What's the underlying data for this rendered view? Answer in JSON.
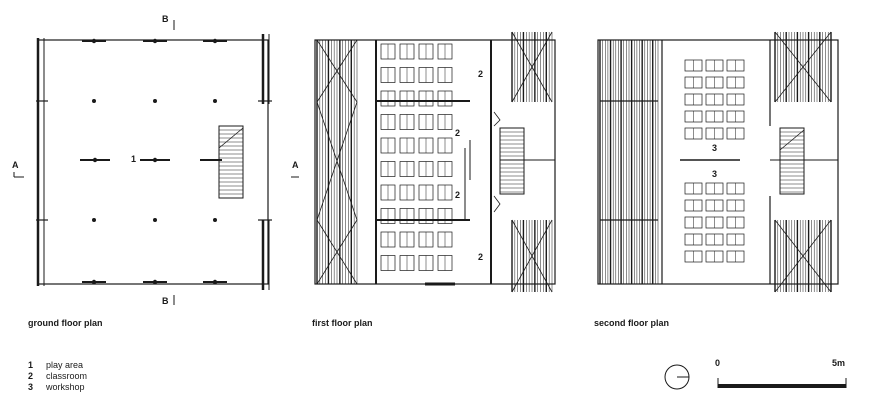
{
  "plans": [
    {
      "caption": "ground floor plan"
    },
    {
      "caption": "first floor plan"
    },
    {
      "caption": "second floor plan"
    }
  ],
  "markers": {
    "section_a": "A",
    "section_b": "B"
  },
  "room_numbers": {
    "ground": [
      "1"
    ],
    "first": [
      "2",
      "2",
      "2",
      "2"
    ],
    "second": [
      "3",
      "3"
    ]
  },
  "legend": [
    {
      "number": "1",
      "label": "play area"
    },
    {
      "number": "2",
      "label": "classroom"
    },
    {
      "number": "3",
      "label": "workshop"
    }
  ],
  "scale_bar": {
    "start_label": "0",
    "end_label": "5m"
  },
  "north_arrow": {
    "icon": "north-arrow-icon"
  }
}
